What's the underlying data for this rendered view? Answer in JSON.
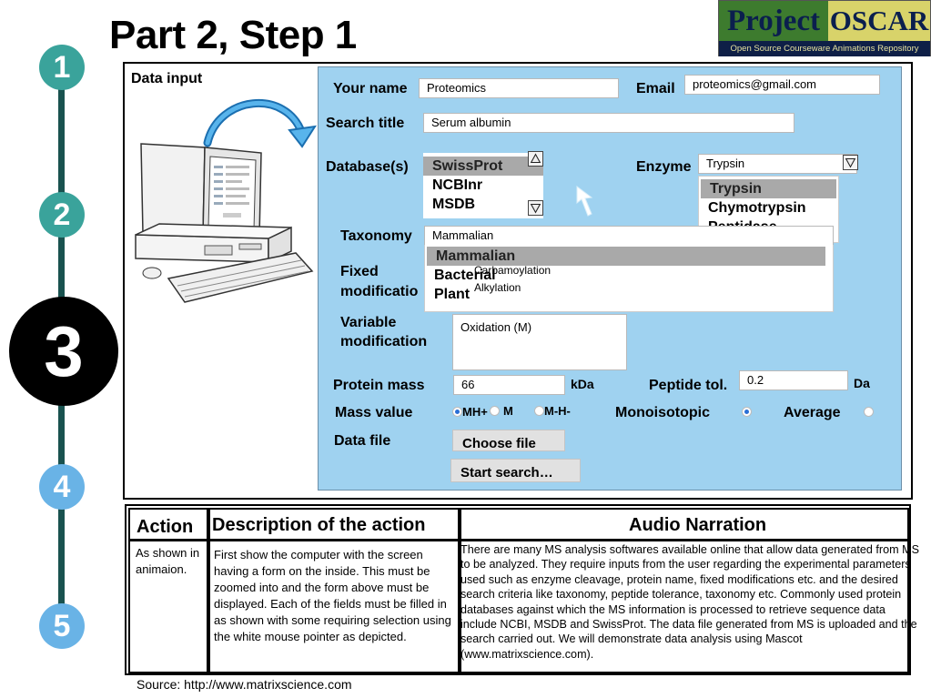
{
  "title": "Part 2, Step 1",
  "logo": {
    "word1": "Project",
    "word2": "OSCAR",
    "tagline": "Open Source Courseware Animations Repository"
  },
  "steps": [
    "1",
    "2",
    "3",
    "4",
    "5"
  ],
  "data_input_label": "Data input",
  "form": {
    "your_name_label": "Your name",
    "your_name_value": "Proteomics",
    "email_label": "Email",
    "email_value": "proteomics@gmail.com",
    "search_title_label": "Search title",
    "search_title_value": "Serum albumin",
    "database_label": "Database(s)",
    "databases": [
      "SwissProt",
      "NCBInr",
      "MSDB"
    ],
    "enzyme_label": "Enzyme",
    "enzyme_value": "Trypsin",
    "enzymes": [
      "Trypsin",
      "Chymotrypsin",
      "Peptidase"
    ],
    "taxonomy_label": "Taxonomy",
    "taxonomy_value": "Mammalian",
    "taxonomies": [
      "Mammalian",
      "Bacterial",
      "Plant"
    ],
    "fixed_mod_label_1": "Fixed",
    "fixed_mod_label_2": "modificatio",
    "fixed_mods": [
      "Carbamoylation",
      "Alkylation"
    ],
    "variable_mod_label_1": "Variable",
    "variable_mod_label_2": "modification",
    "variable_mod_value": "Oxidation (M)",
    "protein_mass_label": "Protein mass",
    "protein_mass_value": "66",
    "protein_mass_unit": "kDa",
    "peptide_tol_label": "Peptide tol.",
    "peptide_tol_value": "0.2",
    "peptide_tol_unit": "Da",
    "mass_value_label": "Mass value",
    "mass_options": [
      "MH+",
      "M",
      "M-H-"
    ],
    "mass_selected": "MH+",
    "monoisotopic_label": "Monoisotopic",
    "average_label": "Average",
    "isotope_selected": "Monoisotopic",
    "data_file_label": "Data file",
    "choose_file_label": "Choose file",
    "start_search_label": "Start search…"
  },
  "table": {
    "action_header": "Action",
    "description_header": "Description of the action",
    "audio_header": "Audio Narration",
    "action_text": "As shown in animaion.",
    "description_text": "First show the computer with the screen having a form on the inside. This must be zoomed into and the form above must be displayed. Each of the fields must be filled in as shown with some requiring selection using the white mouse pointer as depicted.",
    "audio_text": "There are many MS analysis softwares available online that allow data generated from MS to be analyzed. They require inputs from the user regarding the experimental parameters  used such as enzyme cleavage, protein name, fixed modifications etc. and the desired search criteria like taxonomy, peptide tolerance, taxonomy etc. Commonly used protein databases against which the MS information is processed to retrieve sequence data include NCBI, MSDB and SwissProt. The data file generated from MS is uploaded and the search carried out. We will demonstrate data analysis using Mascot (www.matrixscience.com)."
  },
  "source": "Source: http://www.matrixscience.com",
  "colors": {
    "form_bg": "#9fd2f0",
    "step_done": "#3aa39b",
    "step_next": "#69b3e6",
    "rail": "#19524f"
  }
}
